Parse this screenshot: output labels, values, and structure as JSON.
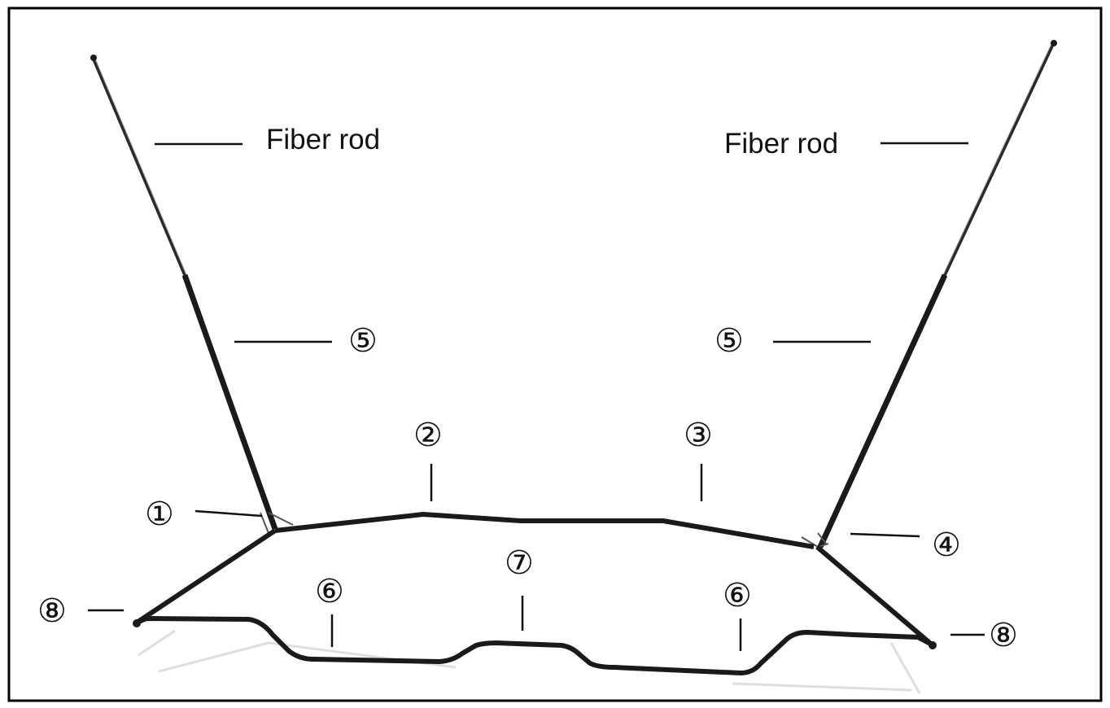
{
  "labels": {
    "fiber_rod_left": "Fiber rod",
    "fiber_rod_right": "Fiber rod",
    "n1": "①",
    "n2": "②",
    "n3": "③",
    "n4": "④",
    "n5_left": "⑤",
    "n5_right": "⑤",
    "n6_left": "⑥",
    "n6_right": "⑥",
    "n7": "⑦",
    "n8_left": "⑧",
    "n8_right": "⑧"
  },
  "colors": {
    "frame": "#1a1a1a",
    "shadow": "#cfcfcf",
    "border": "#000000",
    "leader": "#111111"
  }
}
